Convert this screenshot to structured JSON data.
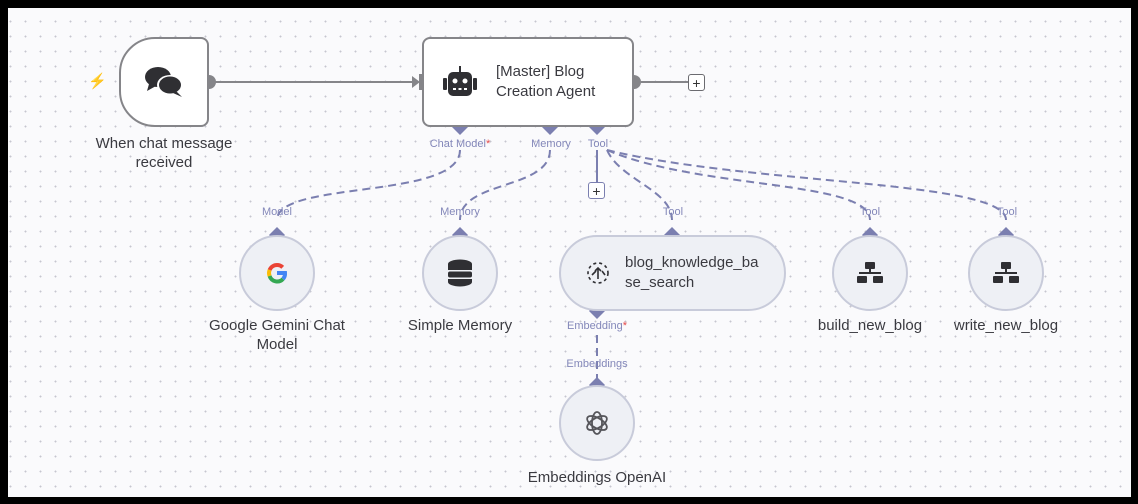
{
  "canvas": {
    "accent_color": "#7b7fb0",
    "connection_color": "#858589"
  },
  "trigger": {
    "label": "When chat message received",
    "icon": "chat-bubbles-icon",
    "badge_icon": "lightning-icon"
  },
  "agent": {
    "title": "[Master] Blog Creation Agent",
    "icon": "robot-icon",
    "ports": {
      "chat_model": "Chat Model",
      "memory": "Memory",
      "tool": "Tool"
    }
  },
  "sub_nodes": [
    {
      "label": "Google Gemini Chat Model",
      "icon": "google-icon",
      "port": "Model"
    },
    {
      "label": "Simple Memory",
      "icon": "database-icon",
      "port": "Memory"
    },
    {
      "label": "blog_knowledge_base_search",
      "icon": "vector-store-icon",
      "port": "Tool",
      "sub_port": "Embedding"
    },
    {
      "label": "build_new_blog",
      "icon": "sitemap-icon",
      "port": "Tool"
    },
    {
      "label": "write_new_blog",
      "icon": "sitemap-icon",
      "port": "Tool"
    }
  ],
  "embeddings": {
    "label": "Embeddings OpenAI",
    "icon": "openai-icon",
    "port": "Embeddings"
  },
  "required_mark": "*",
  "plus": "+",
  "bolt": "⚡"
}
